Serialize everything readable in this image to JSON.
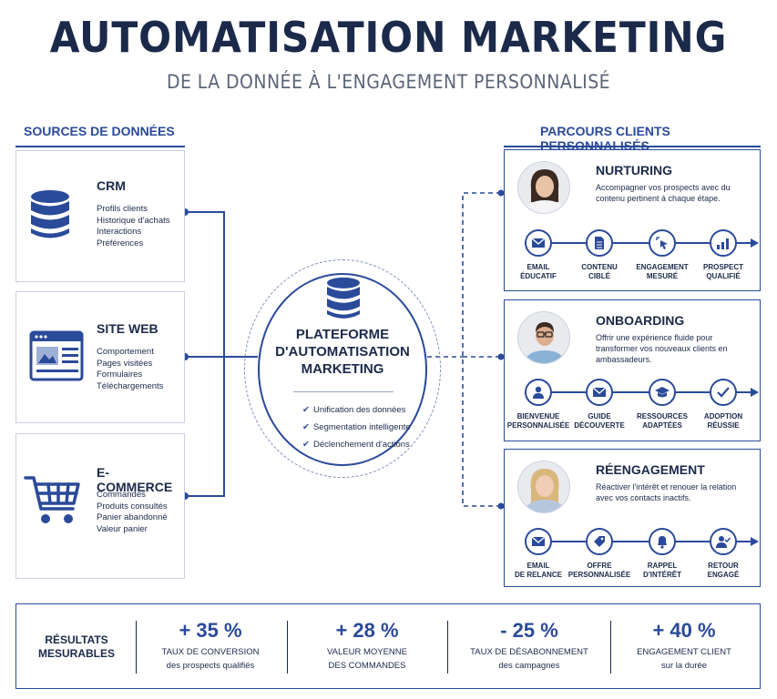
{
  "header": {
    "title": "AUTOMATISATION MARKETING",
    "subtitle": "DE LA DONNÉE À L'ENGAGEMENT PERSONNALISÉ"
  },
  "sources": {
    "title": "SOURCES DE DONNÉES",
    "items": [
      {
        "name": "CRM",
        "icon": "database-icon",
        "details": [
          "Profils clients",
          "Historique d'achats",
          "Interactions",
          "Préférences"
        ]
      },
      {
        "name": "SITE WEB",
        "icon": "browser-window-icon",
        "details": [
          "Comportement",
          "Pages visitées",
          "Formulaires",
          "Téléchargements"
        ]
      },
      {
        "name": "E-COMMERCE",
        "icon": "shopping-cart-icon",
        "details": [
          "Commandes",
          "Produits consultés",
          "Panier abandonné",
          "Valeur panier"
        ]
      }
    ]
  },
  "platform": {
    "title_lines": [
      "PLATEFORME",
      "D'AUTOMATISATION",
      "MARKETING"
    ],
    "features": [
      "Unification des données",
      "Segmentation intelligente",
      "Déclenchement d'actions"
    ]
  },
  "journeys": {
    "title": "PARCOURS CLIENTS PERSONNALISÉS",
    "items": [
      {
        "name": "NURTURING",
        "description": "Accompagner vos prospects avec du contenu pertinent à chaque étape.",
        "steps": [
          {
            "label1": "EMAIL",
            "label2": "ÉDUCATIF",
            "icon": "envelope-icon"
          },
          {
            "label1": "CONTENU",
            "label2": "CIBLÉ",
            "icon": "document-icon"
          },
          {
            "label1": "ENGAGEMENT",
            "label2": "MESURÉ",
            "icon": "cursor-click-icon"
          },
          {
            "label1": "PROSPECT",
            "label2": "QUALIFIÉ",
            "icon": "bar-chart-icon"
          }
        ]
      },
      {
        "name": "ONBOARDING",
        "description": "Offrir une expérience fluide pour transformer vos nouveaux clients en ambassadeurs.",
        "steps": [
          {
            "label1": "BIENVENUE",
            "label2": "PERSONNALISÉE",
            "icon": "user-icon"
          },
          {
            "label1": "GUIDE",
            "label2": "DÉCOUVERTE",
            "icon": "envelope-icon"
          },
          {
            "label1": "RESSOURCES",
            "label2": "ADAPTÉES",
            "icon": "graduation-cap-icon"
          },
          {
            "label1": "ADOPTION",
            "label2": "RÉUSSIE",
            "icon": "check-icon"
          }
        ]
      },
      {
        "name": "RÉENGAGEMENT",
        "description": "Réactiver l'intérêt et renouer la relation avec vos contacts inactifs.",
        "steps": [
          {
            "label1": "EMAIL",
            "label2": "DE RELANCE",
            "icon": "envelope-icon"
          },
          {
            "label1": "OFFRE",
            "label2": "PERSONNALISÉE",
            "icon": "tag-icon"
          },
          {
            "label1": "RAPPEL",
            "label2": "D'INTÉRÊT",
            "icon": "bell-icon"
          },
          {
            "label1": "RETOUR",
            "label2": "ENGAGÉ",
            "icon": "user-check-icon"
          }
        ]
      }
    ]
  },
  "results": {
    "heading_lines": [
      "RÉSULTATS",
      "MESURABLES"
    ],
    "metrics": [
      {
        "value": "+ 35 %",
        "label1": "TAUX DE CONVERSION",
        "label2": "des prospects qualifiés"
      },
      {
        "value": "+ 28 %",
        "label1": "VALEUR MOYENNE",
        "label2": "DES COMMANDES"
      },
      {
        "value": "- 25 %",
        "label1": "TAUX DE DÉSABONNEMENT",
        "label2": "des campagnes"
      },
      {
        "value": "+ 40 %",
        "label1": "ENGAGEMENT CLIENT",
        "label2": "sur la durée"
      }
    ]
  },
  "colors": {
    "navy": "#1b2a4a",
    "accent": "#2a4a9a",
    "muted": "#5b6578"
  }
}
